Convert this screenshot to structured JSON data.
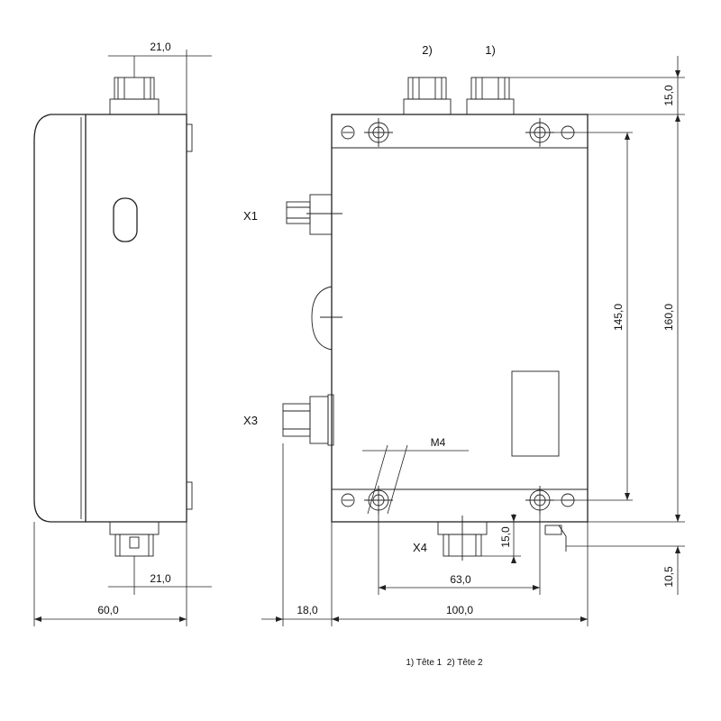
{
  "dimensions": {
    "side_top_width": "21,0",
    "side_bottom_width": "21,0",
    "side_depth": "60,0",
    "front_top_height": "15,0",
    "front_hole_pitch_v": "145,0",
    "front_total_height": "160,0",
    "front_bottom_offset": "10,5",
    "front_x4_offset": "15,0",
    "front_hole_pitch_h": "63,0",
    "front_left_ext": "18,0",
    "front_width": "100,0",
    "thread": "M4"
  },
  "connectors": {
    "x1": "X1",
    "x3": "X3",
    "x4": "X4",
    "head_2": "2)",
    "head_1": "1)"
  },
  "footnote": "1) Tête 1  2) Tête 2"
}
